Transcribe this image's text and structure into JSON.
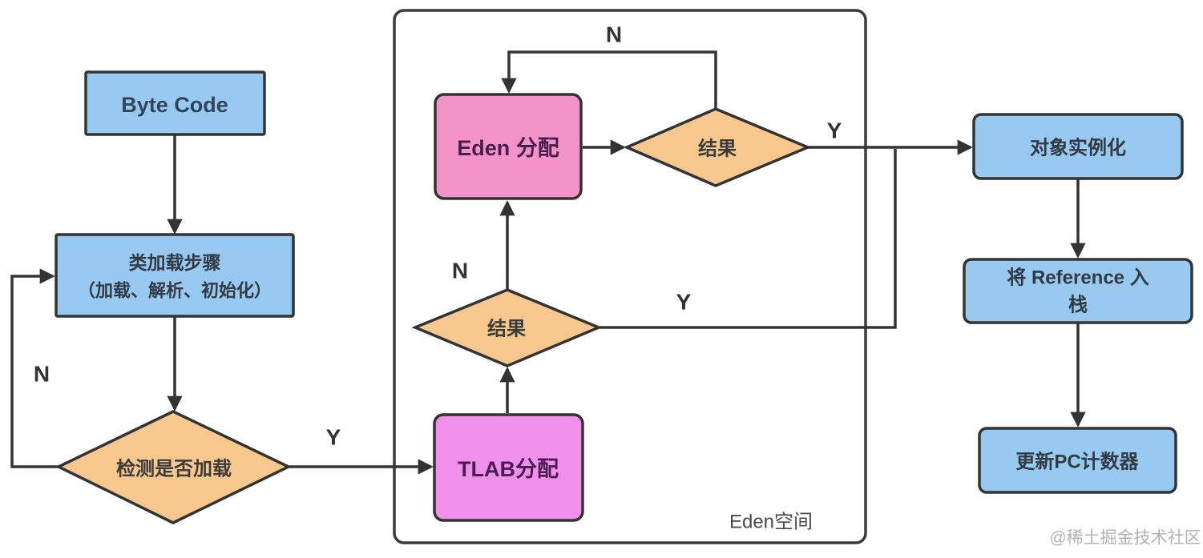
{
  "diagram": {
    "title_hint": "JVM object allocation flowchart",
    "container": {
      "label": "Eden空间"
    },
    "nodes": {
      "byte_code": {
        "label": "Byte Code"
      },
      "class_load": {
        "label_line1": "类加载步骤",
        "label_line2": "（加载、解析、初始化）"
      },
      "detect": {
        "label": "检测是否加载"
      },
      "tlab_alloc": {
        "label": "TLAB分配"
      },
      "result_lower": {
        "label": "结果"
      },
      "eden_alloc": {
        "label": "Eden 分配"
      },
      "result_upper": {
        "label": "结果"
      },
      "obj_inst": {
        "label": "对象实例化"
      },
      "ref_stack": {
        "label_line1": "将 Reference 入",
        "label_line2": "栈"
      },
      "pc_counter": {
        "label": "更新PC计数器"
      }
    },
    "edge_labels": {
      "detect_no": "N",
      "detect_yes": "Y",
      "result_lower_no": "N",
      "result_lower_yes": "Y",
      "result_upper_no": "N",
      "result_upper_yes": "Y"
    },
    "watermark": "@稀土掘金技术社区",
    "colors": {
      "process_blue": "#97C9F1",
      "decision_orange": "#F6C88E",
      "eden_pink": "#F493C8",
      "tlab_violet": "#F08FEC",
      "container_fill": "#FFFFFF",
      "line": "#333333",
      "watermark_gray": "#B3B3B3"
    }
  }
}
